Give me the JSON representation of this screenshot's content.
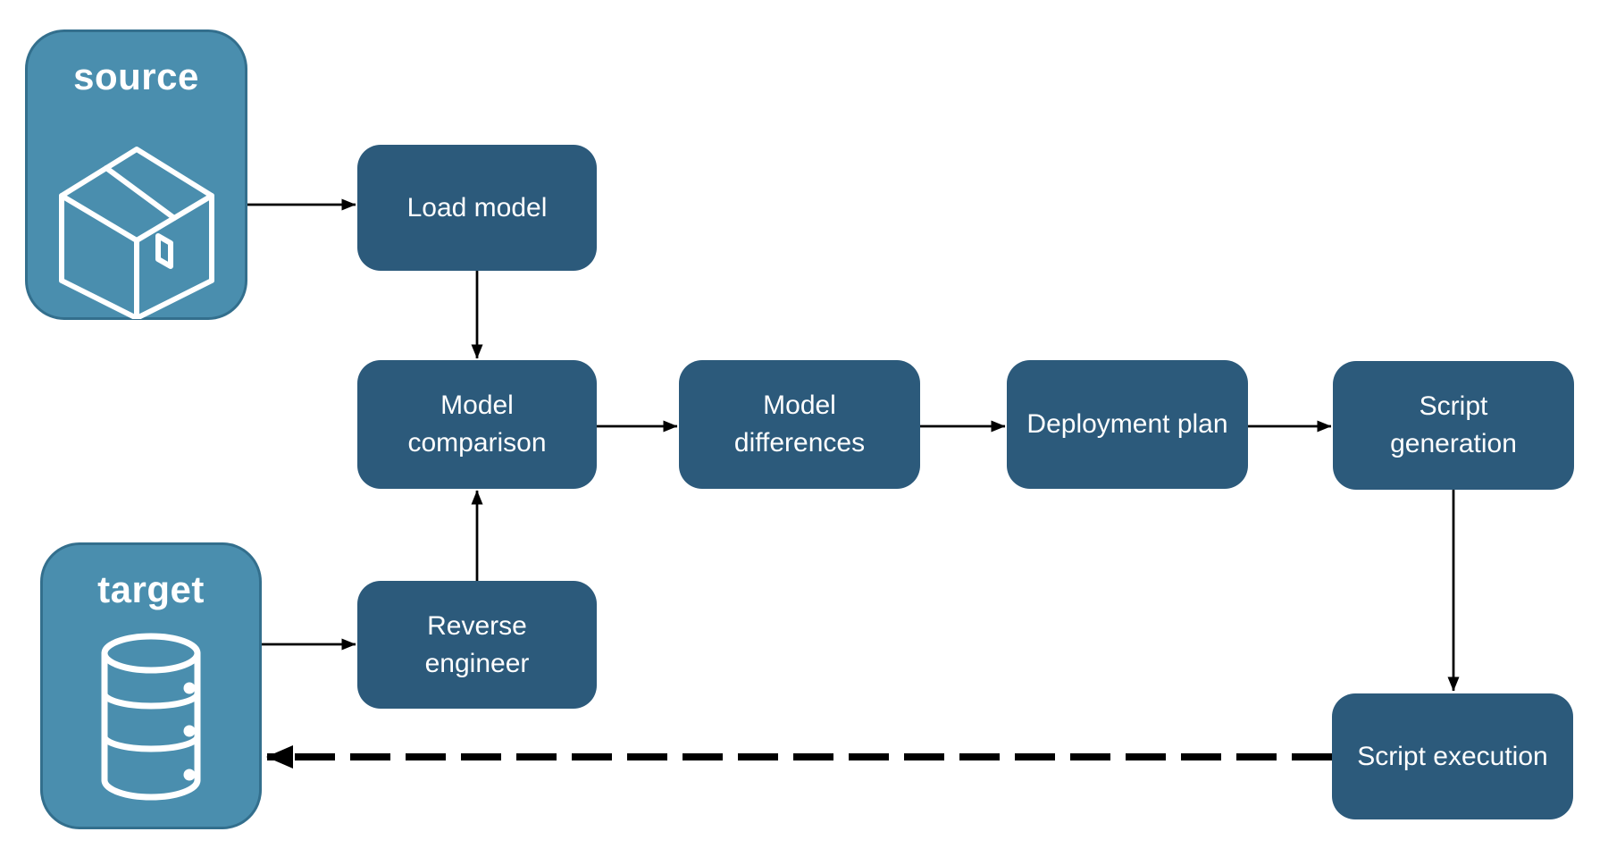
{
  "diagram": {
    "kind": "schema-compare-deployment-flow",
    "background": "#ffffff"
  },
  "colors": {
    "node_fill_dark": "#2c5a7b",
    "node_fill_light": "#4a8eae",
    "node_border_light": "#336f8d",
    "node_text": "#ffffff",
    "arrow": "#000000"
  },
  "nodes": {
    "source": {
      "label": "source",
      "icon": "package-icon",
      "kind": "endpoint"
    },
    "target": {
      "label": "target",
      "icon": "database-icon",
      "kind": "endpoint"
    },
    "load_model": {
      "label": "Load model",
      "kind": "process"
    },
    "model_comparison": {
      "label": "Model comparison",
      "kind": "process"
    },
    "model_differences": {
      "label": "Model differences",
      "kind": "process"
    },
    "deployment_plan": {
      "label": "Deployment plan",
      "kind": "process"
    },
    "script_generation": {
      "label": "Script generation",
      "kind": "process"
    },
    "script_execution": {
      "label": "Script execution",
      "kind": "process"
    },
    "reverse_engineer": {
      "label": "Reverse engineer",
      "kind": "process"
    }
  },
  "edges": [
    {
      "from": "source",
      "to": "load_model",
      "style": "solid"
    },
    {
      "from": "load_model",
      "to": "model_comparison",
      "style": "solid"
    },
    {
      "from": "target",
      "to": "reverse_engineer",
      "style": "solid"
    },
    {
      "from": "reverse_engineer",
      "to": "model_comparison",
      "style": "solid"
    },
    {
      "from": "model_comparison",
      "to": "model_differences",
      "style": "solid"
    },
    {
      "from": "model_differences",
      "to": "deployment_plan",
      "style": "solid"
    },
    {
      "from": "deployment_plan",
      "to": "script_generation",
      "style": "solid"
    },
    {
      "from": "script_generation",
      "to": "script_execution",
      "style": "solid"
    },
    {
      "from": "script_execution",
      "to": "target",
      "style": "dashed"
    }
  ]
}
